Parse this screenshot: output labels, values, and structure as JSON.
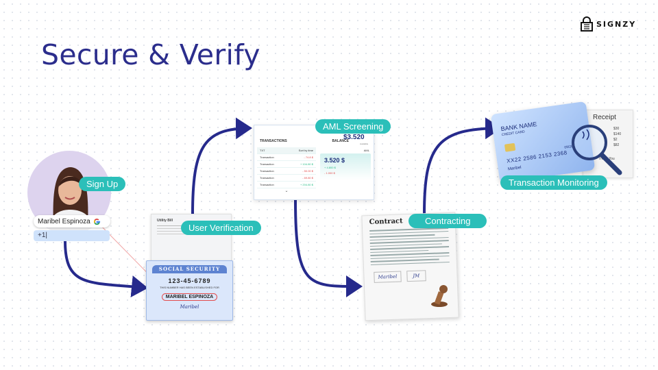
{
  "page": {
    "title": "Secure & Verify"
  },
  "brand": {
    "name": "SIGNZY"
  },
  "steps": {
    "sign_up": "Sign Up",
    "user_verification": "User Verification",
    "aml_screening": "AML Screening",
    "contracting": "Contracting",
    "transaction_monitoring": "Transaction Monitoring"
  },
  "sign_up": {
    "name_value": "Maribel Espinoza",
    "phone_value": "+1|"
  },
  "user_verification": {
    "bill_title": "Utility Bill",
    "card_header": "SOCIAL SECURITY",
    "ssn": "123-45-6789",
    "established_text": "THIS NUMBER HAS BEEN ESTABLISHED FOR",
    "card_name": "MARIBEL ESPINOZA",
    "signature": "Maribel"
  },
  "aml": {
    "transactions_label": "TRANSACTIONS",
    "balance_label": "BALANCE",
    "balance_header": "$3.520",
    "balance_sub": "Available",
    "balance_tile": "3.520 $",
    "tile_plus": "+ 4.800 $",
    "tile_minus": "- 1.000 $",
    "list_header_left": "TXT",
    "list_header_mid": "Sort by time",
    "list_header_right": "AML",
    "rows": [
      {
        "name": "Transaction",
        "amount": "- 74.8 $"
      },
      {
        "name": "Transaction",
        "amount": "+ 104.80 $"
      },
      {
        "name": "Transaction",
        "amount": "- 50.00 $"
      },
      {
        "name": "Transaction",
        "amount": "- 69.80 $"
      },
      {
        "name": "Transaction",
        "amount": "+ 204.80 $"
      }
    ]
  },
  "contracting": {
    "title": "Contract",
    "signature_1": "Maribel",
    "signature_2": "JM"
  },
  "monitoring": {
    "bank_name": "BANK NAME",
    "card_type": "CREDIT CARD",
    "card_number": "XX22 2586 2153 2368",
    "holder": "Maribel",
    "expiry": "09/28",
    "receipt_title": "Receipt",
    "receipt_items": [
      "$30",
      "$140",
      "$2",
      "$82"
    ],
    "receipt_footer": "Thank You"
  },
  "colors": {
    "title": "#2b2d8c",
    "flow": "#262a8c",
    "pill": "#2bbfb9"
  }
}
